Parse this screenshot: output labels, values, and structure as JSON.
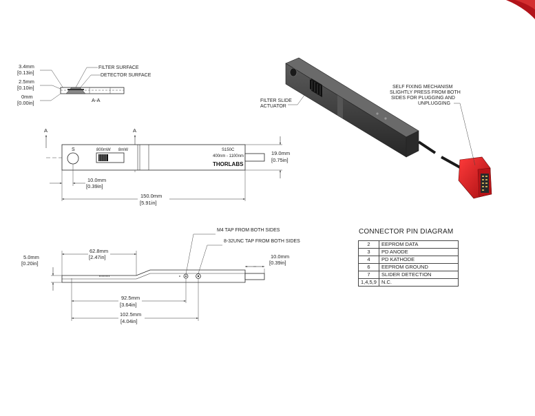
{
  "section_view": {
    "dims": [
      {
        "mm": "3.4mm",
        "in": "[0.13in]"
      },
      {
        "mm": "2.5mm",
        "in": "[0.10in]"
      },
      {
        "mm": "0mm",
        "in": "[0.00in]"
      }
    ],
    "filter_surface": "FILTER SURFACE",
    "detector_surface": "DETECTOR SURFACE",
    "section_label": "A-A"
  },
  "top_view": {
    "section_marker": "A",
    "power_marking_1": "800mW",
    "power_marking_2": "8mW",
    "screw_marking": "S",
    "model": "S150C",
    "range": "400nm - 1100nm",
    "brand": "THORLABS",
    "dim_height": {
      "mm": "19.0mm",
      "in": "[0.75in]"
    },
    "dim_offset": {
      "mm": "10.0mm",
      "in": "[0.39in]"
    },
    "dim_length": {
      "mm": "150.0mm",
      "in": "[5.91in]"
    }
  },
  "iso_view": {
    "filter_slide_label": "FILTER SLIDE\nACTUATOR",
    "mechanism_label": "SELF FIXING MECHANISM\nSLIGHTLY PRESS FROM BOTH\nSIDES FOR PLUGGING AND\nUNPLUGGING"
  },
  "side_view": {
    "tap_m4": "M4 TAP FROM BOTH SIDES",
    "tap_832": "8-32UNC TAP FROM BOTH SIDES",
    "dim_thickness": {
      "mm": "5.0mm",
      "in": "[0.20in]"
    },
    "dim_step": {
      "mm": "62.8mm",
      "in": "[2.47in]"
    },
    "dim_cable": {
      "mm": "10.0mm",
      "in": "[0.39in]"
    },
    "dim_m4": {
      "mm": "92.5mm",
      "in": "[3.64in]"
    },
    "dim_832": {
      "mm": "102.5mm",
      "in": "[4.04in]"
    }
  },
  "connector": {
    "title": "CONNECTOR PIN DIAGRAM",
    "pins": [
      {
        "pin": "2",
        "function": "EEPROM DATA"
      },
      {
        "pin": "3",
        "function": "PD ANODE"
      },
      {
        "pin": "4",
        "function": "PD KATHODE"
      },
      {
        "pin": "6",
        "function": "EEPROM GROUND"
      },
      {
        "pin": "7",
        "function": "SLIDER DETECTION"
      },
      {
        "pin": "1,4,5,9",
        "function": "N.C."
      }
    ]
  },
  "colors": {
    "connector_red": "#d8191c",
    "body_dark": "#3a3a3a",
    "corner_red": "#b2131a"
  }
}
